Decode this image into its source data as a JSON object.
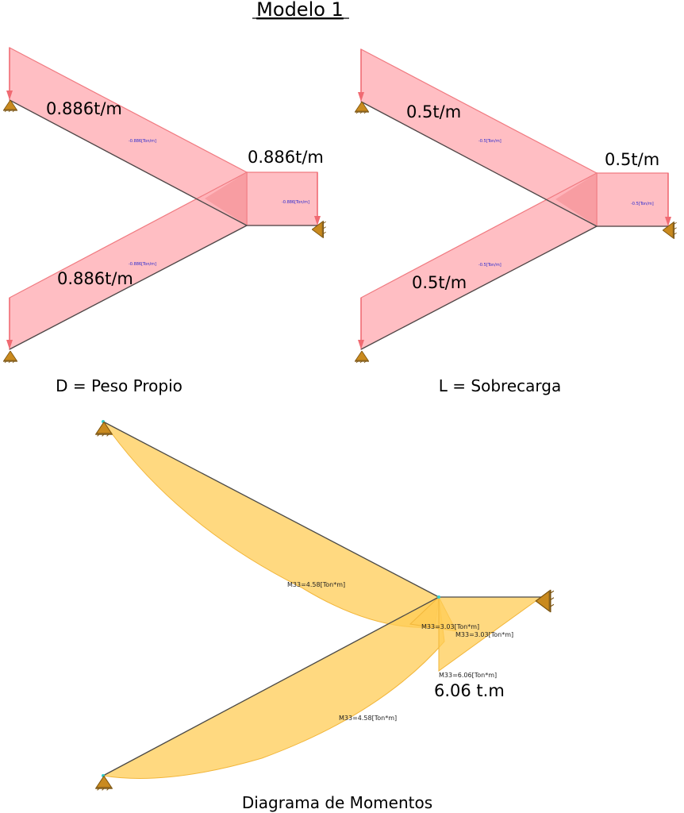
{
  "title": "Modelo 1",
  "panel_dead": {
    "caption": "D = Peso Propio",
    "label_upper": "0.886t/m",
    "label_right": "0.886t/m",
    "label_lower": "0.886t/m",
    "small_upper": "-0.886[Ton/m]",
    "small_right": "-0.886[Ton/m]",
    "small_lower": "-0.886[Ton/m]"
  },
  "panel_live": {
    "caption": "L = Sobrecarga",
    "label_upper": "0.5t/m",
    "label_right": "0.5t/m",
    "label_lower": "0.5t/m",
    "small_upper": "-0.5[Ton/m]",
    "small_right": "-0.5[Ton/m]",
    "small_lower": "-0.5[Ton/m]"
  },
  "panel_moment": {
    "caption": "Diagrama de Momentos",
    "m_upper": "M33=4.58[Ton*m]",
    "m_joint_a": "M33=3.03[Ton*m]",
    "m_joint_b": "M33=3.03[Ton*m]",
    "m_right": "M33=6.06[Ton*m]",
    "m_lower": "M33=4.58[Ton*m]",
    "big_value": "6.06 t.m"
  },
  "colors": {
    "load_fill": "#ffb3b8",
    "load_stroke": "#f07a80",
    "moment_fill": "#ffcc55",
    "support": "#c98a1f"
  }
}
